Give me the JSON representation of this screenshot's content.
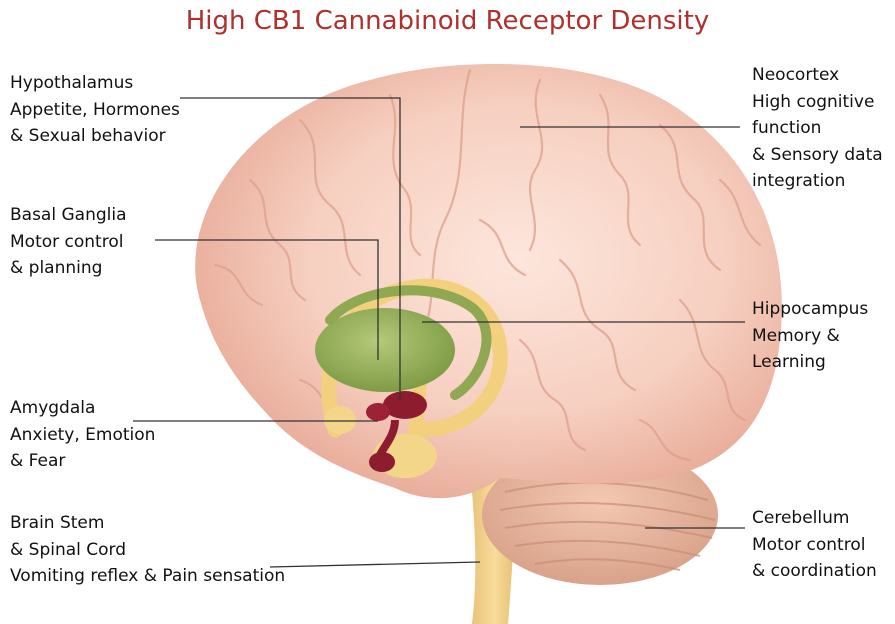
{
  "title": "High CB1 Cannabinoid Receptor Density",
  "colors": {
    "title": "#b0302c",
    "brain": "#f4c7b6",
    "green": "#93ad59",
    "yellow": "#f6db8a",
    "red": "#8c1c2e"
  },
  "labels": {
    "hypothalamus": [
      "Hypothalamus",
      "Appetite, Hormones",
      "& Sexual behavior"
    ],
    "basal_ganglia": [
      "Basal Ganglia",
      "Motor control",
      "& planning"
    ],
    "amygdala": [
      "Amygdala",
      "Anxiety, Emotion",
      "& Fear"
    ],
    "brain_stem": [
      "Brain Stem",
      "& Spinal Cord",
      "Vomiting reflex & Pain sensation"
    ],
    "neocortex": [
      "Neocortex",
      "High cognitive",
      "function",
      "& Sensory data",
      "integration"
    ],
    "hippocampus": [
      "Hippocampus",
      "Memory &",
      "Learning"
    ],
    "cerebellum": [
      "Cerebellum",
      "Motor control",
      "& coordination"
    ]
  }
}
